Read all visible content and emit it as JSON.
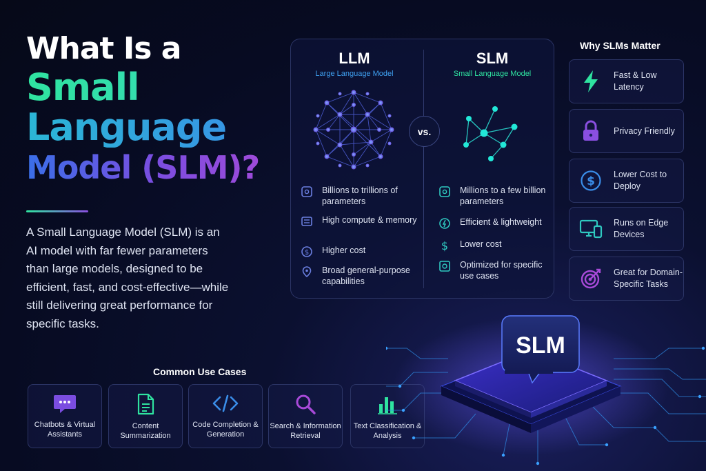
{
  "title": {
    "line1": "What Is a",
    "line2": "Small",
    "line3": "Language",
    "line4": "Model (SLM)?"
  },
  "intro": "A Small Language Model (SLM) is an AI model with far fewer parameters than large models, designed to be efficient, fast, and cost-effective—while still delivering great performance for specific tasks.",
  "use_cases": {
    "heading": "Common Use Cases",
    "items": [
      {
        "label": "Chatbots & Virtual Assistants",
        "icon": "chat-icon"
      },
      {
        "label": "Content Summarization",
        "icon": "document-icon"
      },
      {
        "label": "Code Completion & Generation",
        "icon": "code-icon"
      },
      {
        "label": "Search & Information Retrieval",
        "icon": "search-icon"
      },
      {
        "label": "Text Classification & Analysis",
        "icon": "bar-chart-icon"
      }
    ]
  },
  "compare": {
    "vs": "vs.",
    "llm": {
      "title": "LLM",
      "subtitle": "Large Language Model",
      "features": [
        {
          "text": "Billions to trillions of parameters",
          "icon": "parameters-icon"
        },
        {
          "text": "High compute & memory",
          "icon": "memory-icon"
        },
        {
          "text": "Higher cost",
          "icon": "cost-icon"
        },
        {
          "text": "Broad general-purpose capabilities",
          "icon": "location-icon"
        }
      ]
    },
    "slm": {
      "title": "SLM",
      "subtitle": "Small Language Model",
      "features": [
        {
          "text": "Millions to a few billion parameters",
          "icon": "parameters-icon"
        },
        {
          "text": "Efficient & lightweight",
          "icon": "speed-icon"
        },
        {
          "text": "Lower cost",
          "icon": "dollar-icon"
        },
        {
          "text": "Optimized for specific use cases",
          "icon": "target-icon"
        }
      ]
    }
  },
  "why": {
    "heading": "Why SLMs Matter",
    "items": [
      {
        "label": "Fast & Low Latency",
        "icon": "lightning-icon"
      },
      {
        "label": "Privacy Friendly",
        "icon": "lock-icon"
      },
      {
        "label": "Lower Cost to Deploy",
        "icon": "dollar-icon"
      },
      {
        "label": "Runs on Edge Devices",
        "icon": "devices-icon"
      },
      {
        "label": "Great for Domain-Specific Tasks",
        "icon": "target-icon"
      }
    ]
  },
  "chip": {
    "label": "SLM"
  },
  "colors": {
    "background": "#070b22",
    "green": "#2fe3a0",
    "blue": "#3a8de8",
    "purple": "#8a4fe0",
    "cyan": "#22d8e0"
  }
}
